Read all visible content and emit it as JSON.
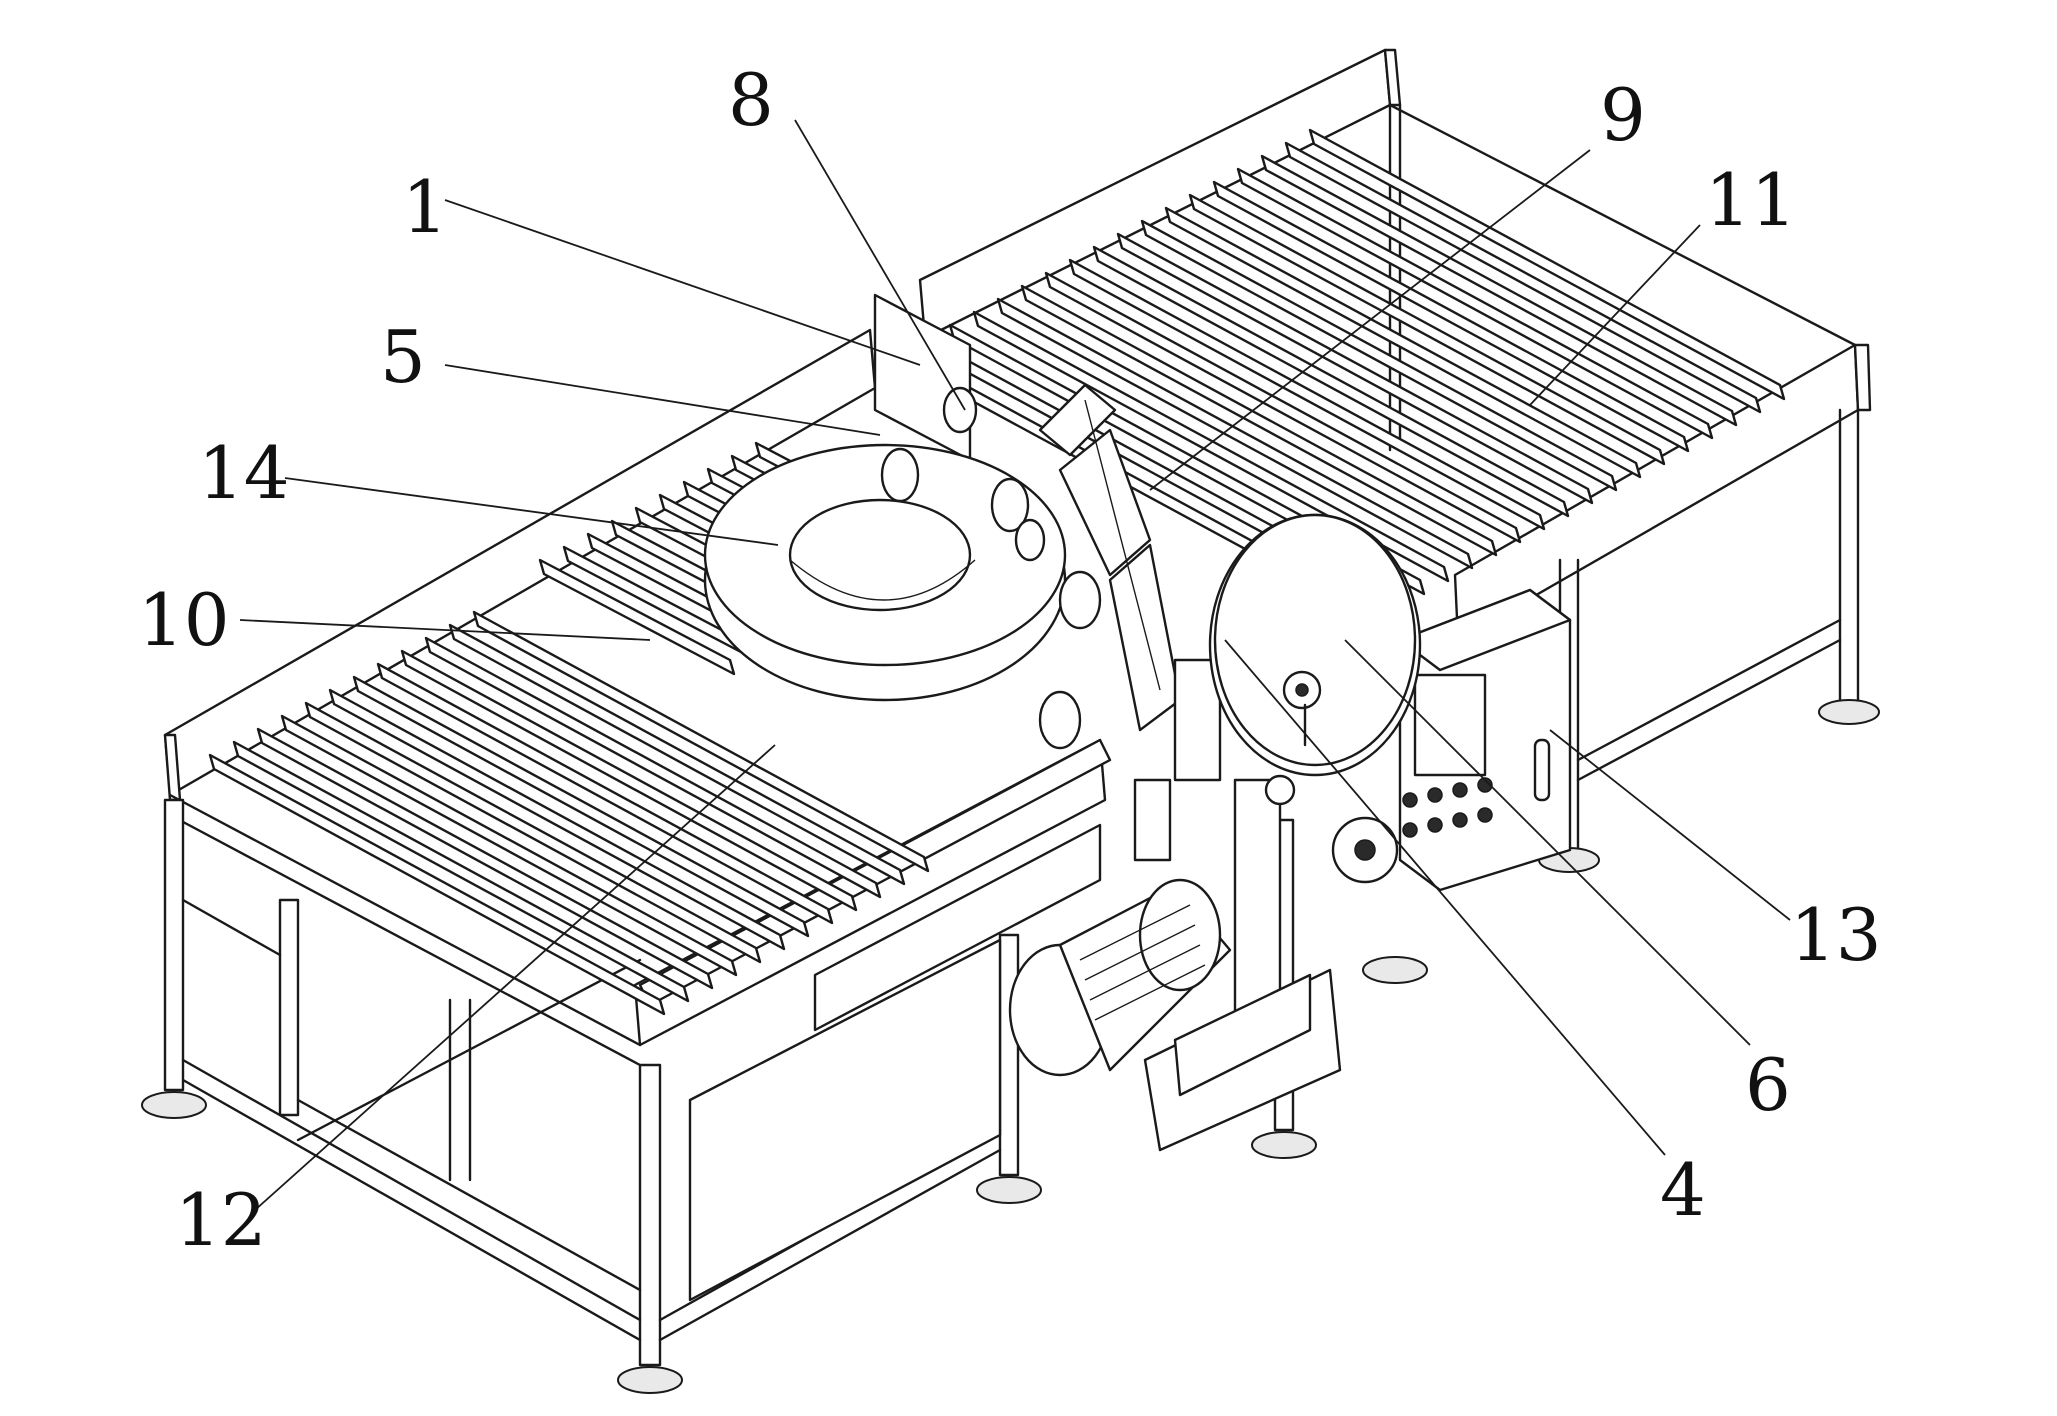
{
  "callouts": [
    {
      "id": "1",
      "label": "1"
    },
    {
      "id": "4",
      "label": "4"
    },
    {
      "id": "5",
      "label": "5"
    },
    {
      "id": "6",
      "label": "6"
    },
    {
      "id": "8",
      "label": "8"
    },
    {
      "id": "9",
      "label": "9"
    },
    {
      "id": "10",
      "label": "10"
    },
    {
      "id": "11",
      "label": "11"
    },
    {
      "id": "12",
      "label": "12"
    },
    {
      "id": "13",
      "label": "13"
    },
    {
      "id": "14",
      "label": "14"
    }
  ]
}
